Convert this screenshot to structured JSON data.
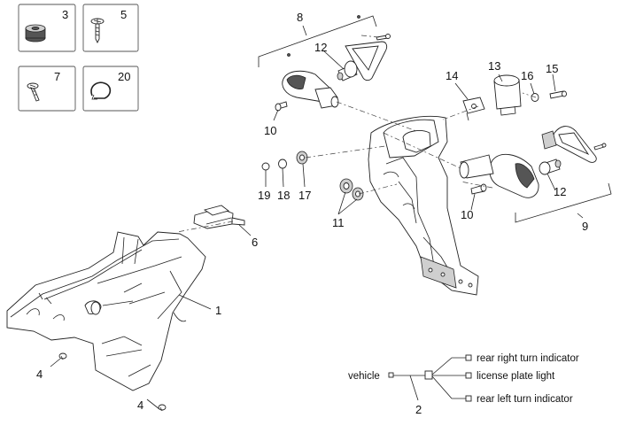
{
  "callouts": {
    "c1": "1",
    "c2": "2",
    "c3": "3",
    "c4a": "4",
    "c4b": "4",
    "c5": "5",
    "c6": "6",
    "c7": "7",
    "c8": "8",
    "c9": "9",
    "c10a": "10",
    "c10b": "10",
    "c11": "11",
    "c12a": "12",
    "c12b": "12",
    "c13": "13",
    "c14": "14",
    "c15": "15",
    "c16": "16",
    "c17": "17",
    "c18": "18",
    "c19": "19",
    "c20": "20"
  },
  "wiring": {
    "source": "vehicle",
    "outputs": [
      "rear right turn indicator",
      "license plate light",
      "rear left turn indicator"
    ]
  },
  "colors": {
    "line": "#222222",
    "shade": "#cfcfcf",
    "background": "#ffffff"
  }
}
